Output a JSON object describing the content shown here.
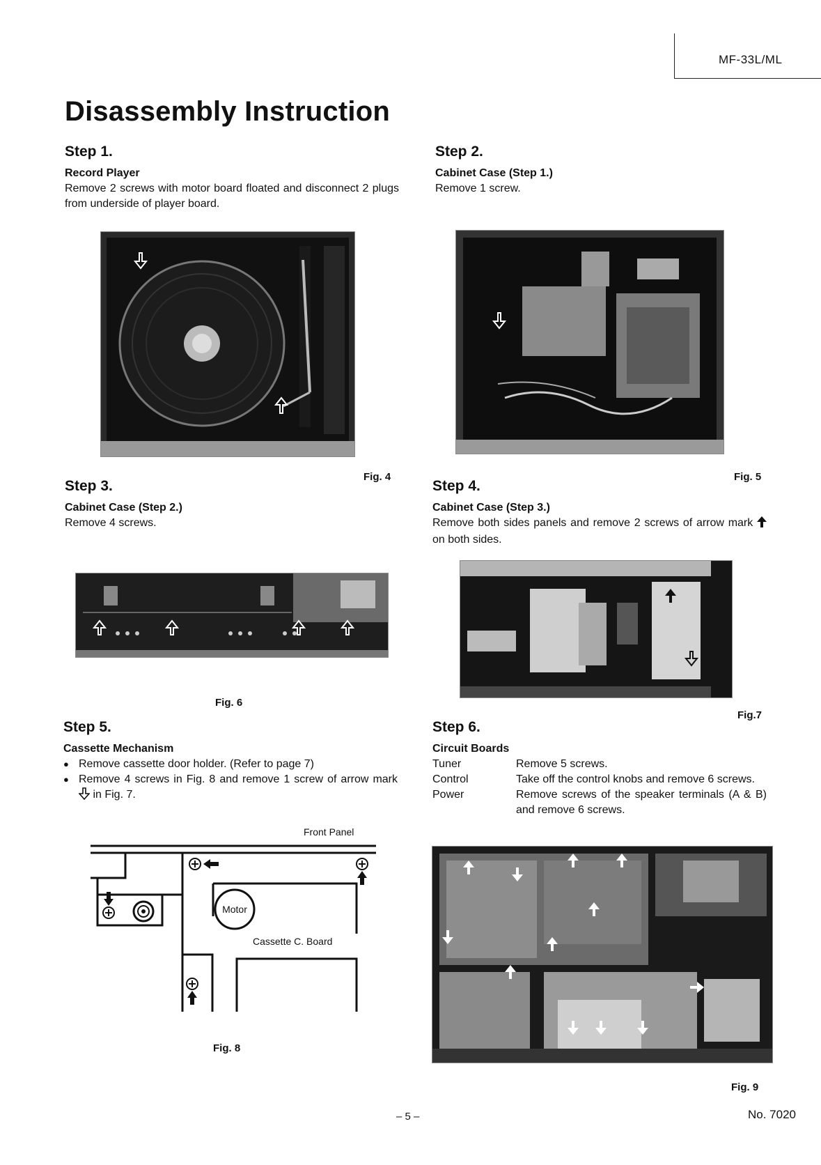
{
  "header": {
    "model": "MF-33L/ML"
  },
  "page_title": "Disassembly Instruction",
  "step1": {
    "heading": "Step 1.",
    "subtitle": "Record Player",
    "text": "Remove 2 screws with motor board floated and disconnect 2 plugs from underside of player board.",
    "figure": "Fig. 4"
  },
  "step2": {
    "heading": "Step 2.",
    "subtitle": "Cabinet Case (Step 1.)",
    "text": "Remove 1 screw.",
    "figure": "Fig. 5"
  },
  "step3": {
    "heading": "Step 3.",
    "subtitle": "Cabinet Case (Step 2.)",
    "text": "Remove 4 screws.",
    "figure": "Fig. 6"
  },
  "step4": {
    "heading": "Step 4.",
    "subtitle": "Cabinet Case (Step 3.)",
    "text_before": "Remove both sides panels and remove 2 screws of arrow mark",
    "text_after": "on both sides.",
    "figure": "Fig.7"
  },
  "step5": {
    "heading": "Step 5.",
    "subtitle": "Cassette Mechanism",
    "bullet1": "Remove cassette door holder. (Refer to page 7)",
    "bullet2_before": "Remove 4 screws in Fig. 8 and remove 1 screw of arrow mark",
    "bullet2_after": "in Fig. 7.",
    "figure": "Fig. 8",
    "diagram": {
      "front_panel": "Front Panel",
      "motor": "Motor",
      "board": "Cassette C. Board"
    }
  },
  "step6": {
    "heading": "Step 6.",
    "subtitle": "Circuit Boards",
    "rows": [
      {
        "label": "Tuner",
        "text": "Remove 5 screws."
      },
      {
        "label": "Control",
        "text": "Take off the control knobs and remove 6 screws."
      },
      {
        "label": "Power",
        "text": "Remove screws of the speaker terminals (A & B) and remove 6 screws."
      }
    ],
    "figure": "Fig. 9"
  },
  "footer": {
    "page": "– 5 –",
    "doc_no": "No. 7020"
  },
  "colors": {
    "ink": "#111111",
    "photo_dark": "#222222"
  }
}
